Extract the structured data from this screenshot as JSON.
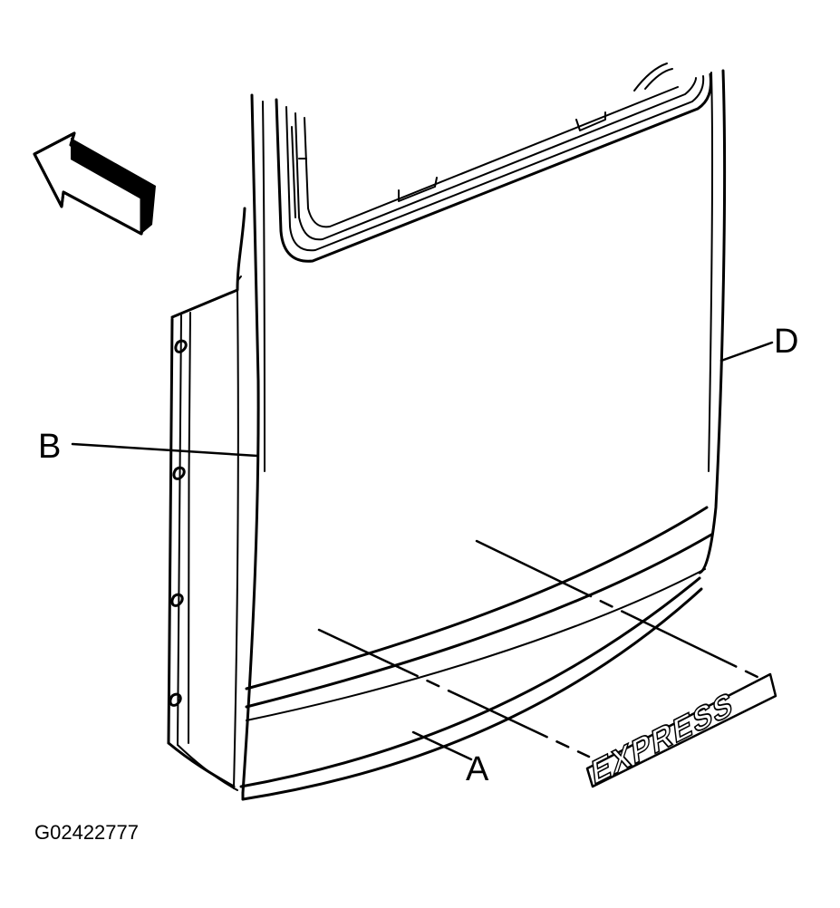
{
  "diagram": {
    "callouts": {
      "a": "A",
      "b": "B",
      "d": "D"
    },
    "emblem_text": "EXPRESS",
    "figure_id": "G02422777"
  }
}
